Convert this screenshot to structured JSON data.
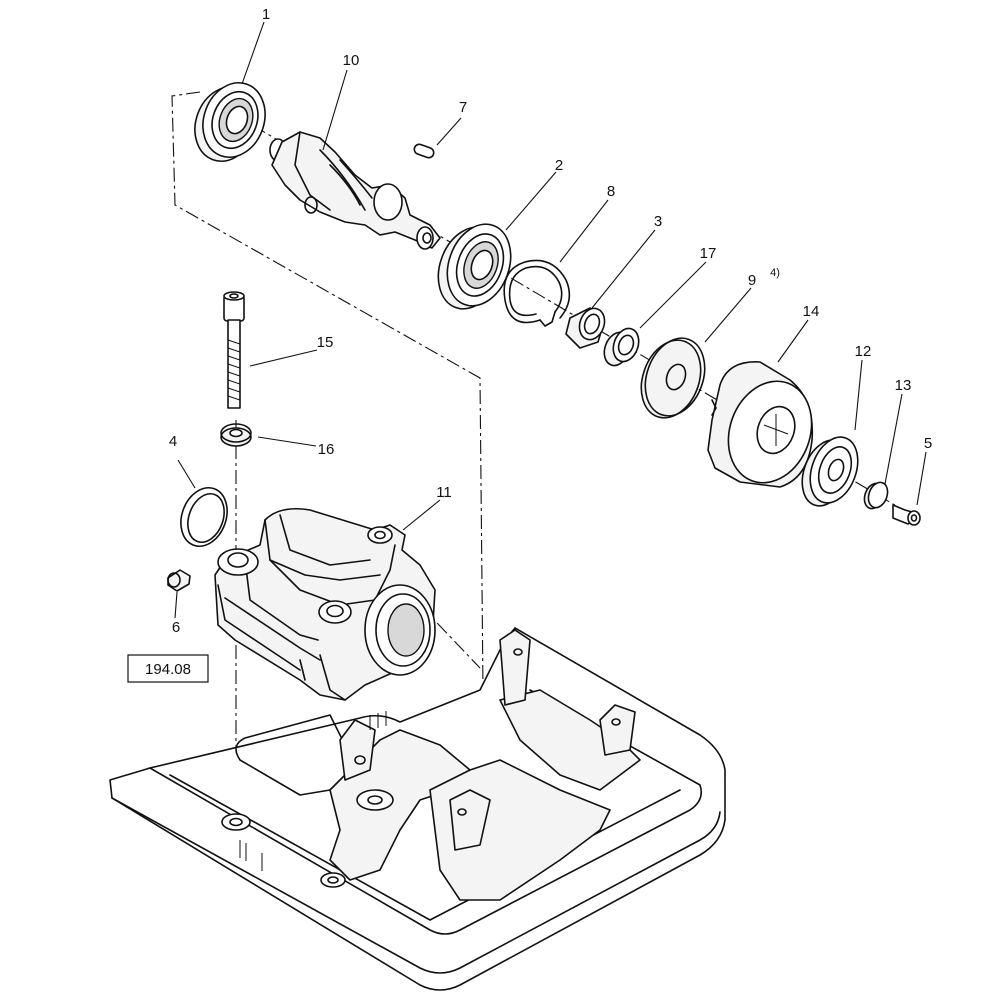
{
  "callouts": {
    "c1": "1",
    "c2": "2",
    "c3": "3",
    "c4": "4",
    "c4note": "4)",
    "c5": "5",
    "c6": "6",
    "c7": "7",
    "c8": "8",
    "c9": "9",
    "c10": "10",
    "c11": "11",
    "c12": "12",
    "c13": "13",
    "c14": "14",
    "c15": "15",
    "c16": "16",
    "c17": "17"
  },
  "reference_box": "194.08"
}
